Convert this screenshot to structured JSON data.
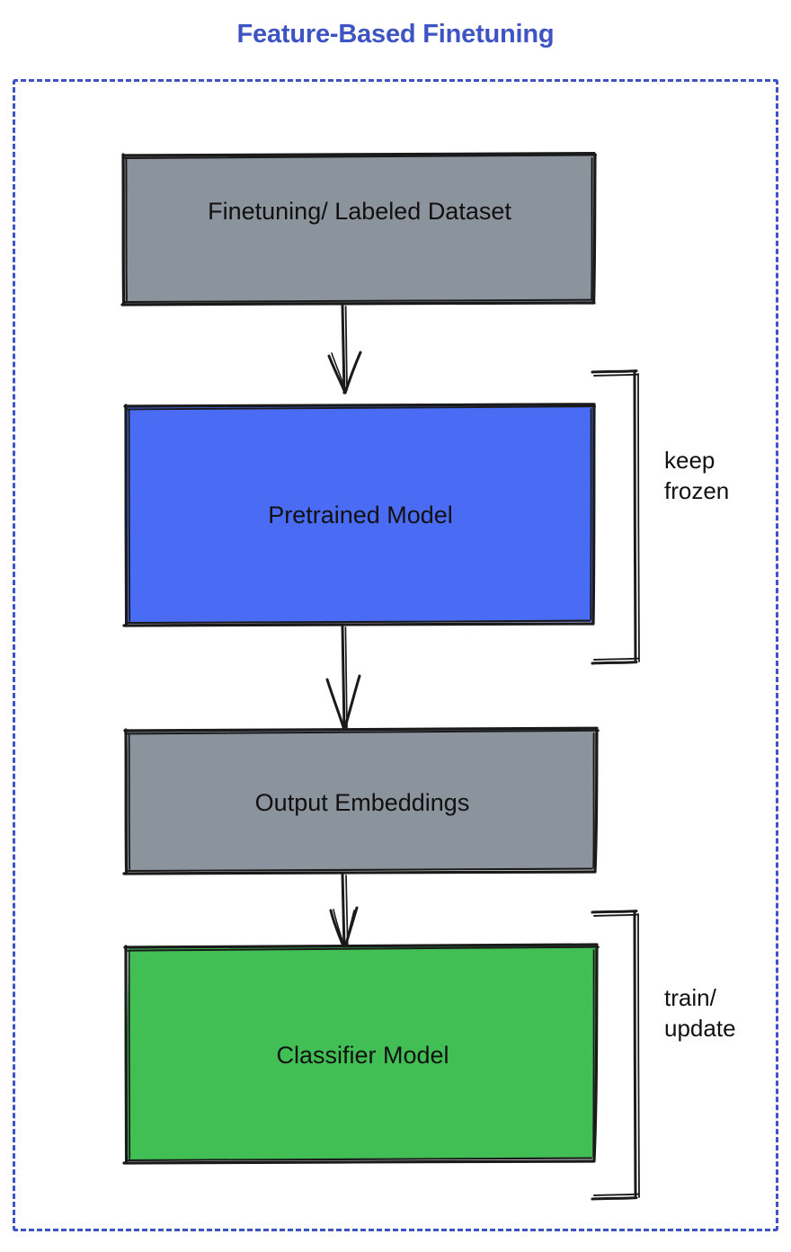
{
  "title": "Feature-Based Finetuning",
  "colors": {
    "title": "#3d54c4",
    "container_border": "#3d54c4",
    "stroke": "#1a1a1a",
    "gray_fill": "#8b939c",
    "blue_fill": "#4a6cf5",
    "green_fill": "#41bf54",
    "text": "#111111",
    "background": "#ffffff"
  },
  "nodes": [
    {
      "id": "dataset",
      "label": "Finetuning/ Labeled Dataset",
      "fill": "#8b939c",
      "kind": "data"
    },
    {
      "id": "pretrained",
      "label": "Pretrained Model",
      "fill": "#4a6cf5",
      "kind": "model"
    },
    {
      "id": "embeddings",
      "label": "Output Embeddings",
      "fill": "#8b939c",
      "kind": "data"
    },
    {
      "id": "classifier",
      "label": "Classifier Model",
      "fill": "#41bf54",
      "kind": "model"
    }
  ],
  "edges": [
    {
      "id": "dataset-to-pretrained",
      "from": "dataset",
      "to": "pretrained",
      "style": "arrow-down"
    },
    {
      "id": "pretrained-to-embeddings",
      "from": "pretrained",
      "to": "embeddings",
      "style": "arrow-down"
    },
    {
      "id": "embeddings-to-classifier",
      "from": "embeddings",
      "to": "classifier",
      "style": "arrow-down"
    }
  ],
  "annotations": [
    {
      "id": "keep-frozen",
      "target": "pretrained",
      "lines": [
        "keep",
        "frozen"
      ],
      "text": "keep\nfrozen"
    },
    {
      "id": "train-update",
      "target": "classifier",
      "lines": [
        "train/",
        "update"
      ],
      "text": "train/\nupdate"
    }
  ]
}
